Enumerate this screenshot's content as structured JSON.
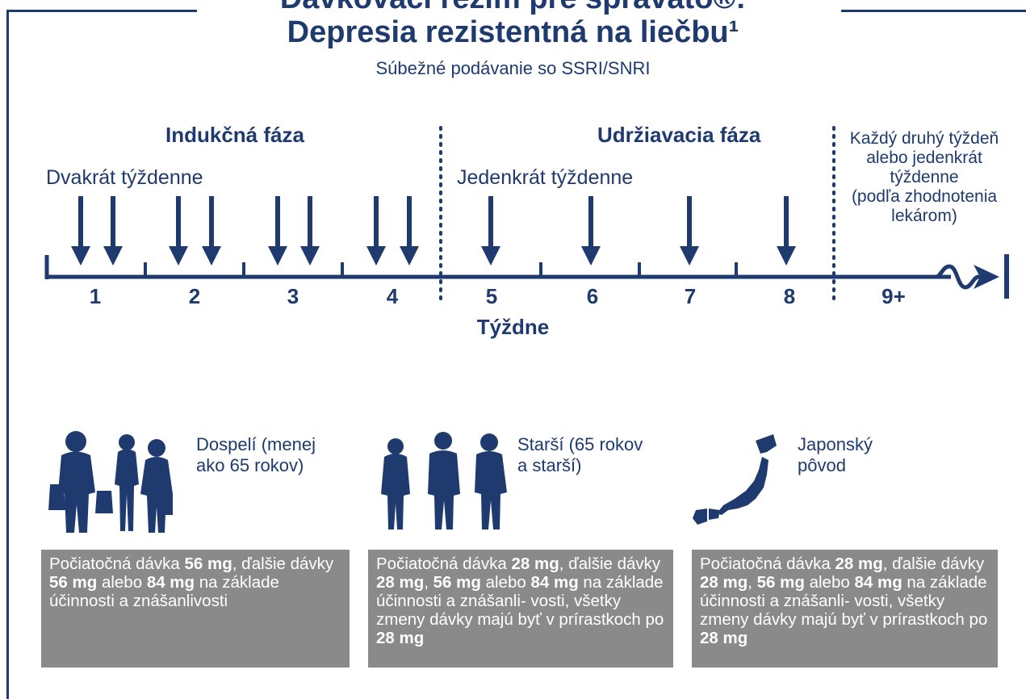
{
  "title": {
    "line1": "Dávkovací režim pre spravato®:",
    "line2": "Depresia rezistentná na liečbu¹",
    "subtitle": "Súbežné podávanie so SSRI/SNRI"
  },
  "phases": {
    "induction": "Indukčná fáza",
    "maintenance": "Udržiavacia fáza"
  },
  "frequencies": {
    "induction": "Dvakrát týždenne",
    "maintenance": "Jedenkrát týždenne",
    "later_note": [
      "Každý druhý týždeň",
      "alebo jedenkrát",
      "týždenne",
      "(podľa zhodnotenia",
      "lekárom)"
    ]
  },
  "weeks": [
    "1",
    "2",
    "3",
    "4",
    "5",
    "6",
    "7",
    "8",
    "9+"
  ],
  "axis_label": "Týždne",
  "groups": [
    {
      "label": [
        "Dospelí (menej",
        "ako 65 rokov)"
      ],
      "icon": "adults-silhouette-icon",
      "dose": [
        {
          "t": "Počiatočná dávka "
        },
        {
          "b": "56 mg"
        },
        {
          "t": ", ďalšie dávky "
        },
        {
          "b": "56 mg"
        },
        {
          "t": " alebo "
        },
        {
          "b": "84 mg"
        },
        {
          "t": " na základe účinnosti a znášanlivosti"
        }
      ]
    },
    {
      "label": [
        "Starší (65 rokov",
        "a starší)"
      ],
      "icon": "elderly-silhouette-icon",
      "dose": [
        {
          "t": "Počiatočná dávka "
        },
        {
          "b": "28 mg"
        },
        {
          "t": ", ďalšie dávky "
        },
        {
          "b": "28 mg"
        },
        {
          "t": ", "
        },
        {
          "b": "56 mg"
        },
        {
          "t": " alebo "
        },
        {
          "b": "84 mg"
        },
        {
          "t": " na základe účinnosti a znášanli- vosti, všetky zmeny dávky majú byť v prírastkoch po "
        },
        {
          "b": "28 mg"
        }
      ]
    },
    {
      "label": [
        "Japonský",
        "pôvod"
      ],
      "icon": "japan-map-icon",
      "dose": [
        {
          "t": "Počiatočná dávka "
        },
        {
          "b": "28 mg"
        },
        {
          "t": ", ďalšie dávky "
        },
        {
          "b": "28 mg"
        },
        {
          "t": ", "
        },
        {
          "b": "56 mg"
        },
        {
          "t": " alebo "
        },
        {
          "b": "84 mg"
        },
        {
          "t": " na základe účinnosti a znášanli- vosti, všetky zmeny dávky majú byť v prírastkoch po "
        },
        {
          "b": "28 mg"
        }
      ]
    }
  ],
  "colors": {
    "navy": "#1e3a6e",
    "box_gray": "#8a8a8a",
    "box_text": "#ffffff"
  }
}
